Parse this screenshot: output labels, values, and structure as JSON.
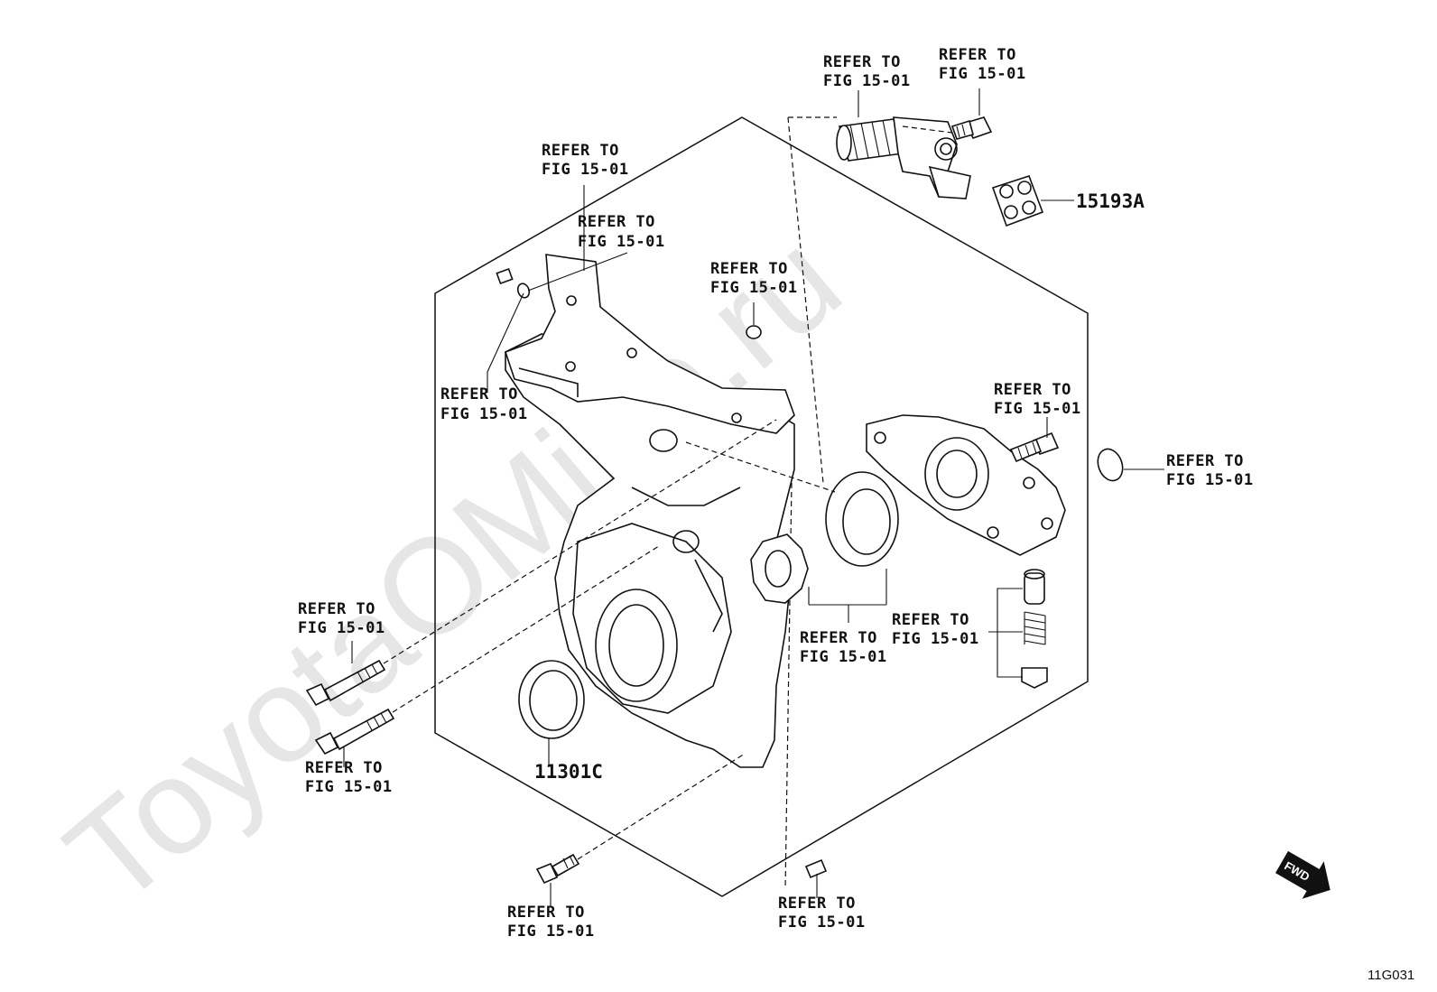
{
  "watermark": "ToyotaOMine.ru",
  "figure_code": "11G031",
  "fwd_label": "FWD",
  "part_numbers": {
    "oil_seal": "11301C",
    "gasket": "15193A"
  },
  "refer_line1": "REFER TO",
  "refer_line2": "FIG 15-01"
}
